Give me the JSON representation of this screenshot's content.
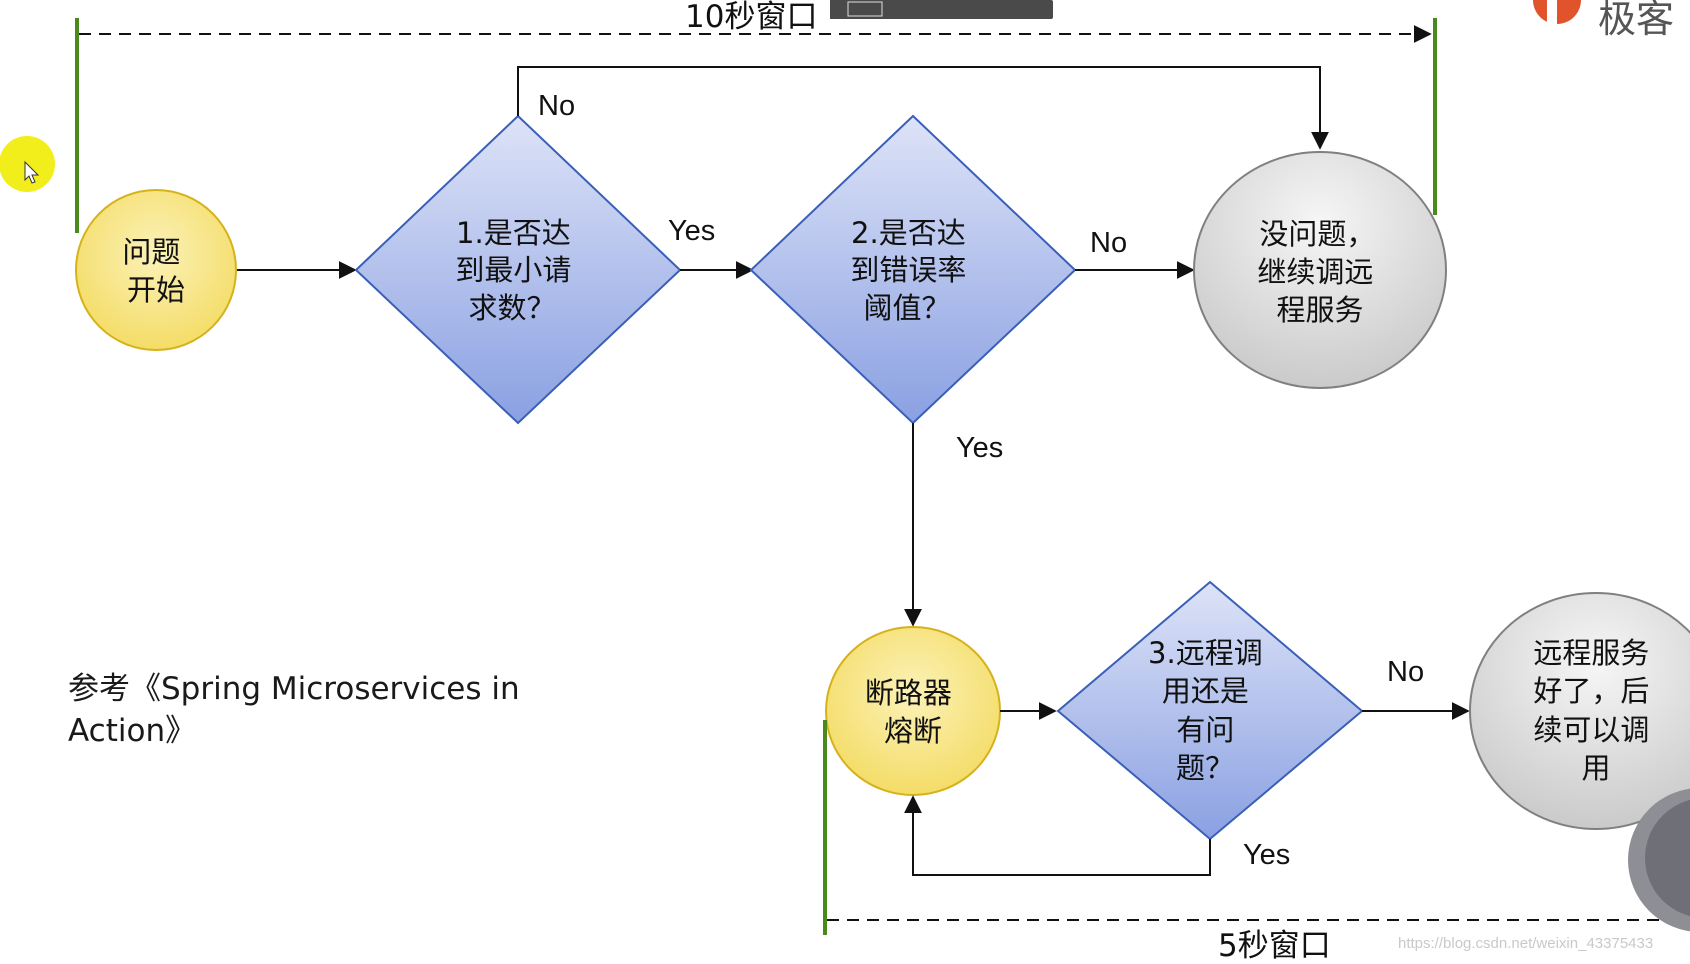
{
  "windows": {
    "long_window_label": "10秒窗口",
    "short_window_label": "5秒窗口"
  },
  "nodes": {
    "start": [
      "问题",
      "开始"
    ],
    "check_min_requests": [
      "1.是否达",
      "到最小请",
      "求数？"
    ],
    "check_error_rate": [
      "2.是否达",
      "到错误率",
      "阈值？"
    ],
    "ok_continue": [
      "没问题，",
      "继续调远",
      "程服务"
    ],
    "breaker_open": [
      "断路器",
      "熔断"
    ],
    "check_still_failing": [
      "3.远程调",
      "用还是",
      "有问",
      "题？"
    ],
    "recovered": [
      "远程服务",
      "好了，后",
      "续可以调",
      "用"
    ]
  },
  "edges": {
    "no_top": "No",
    "yes_1_to_2": "Yes",
    "no_2_to_ok": "No",
    "yes_2_to_breaker": "Yes",
    "no_3_to_recovered": "No",
    "yes_3_loop": "Yes"
  },
  "reference_text": "参考《Spring Microservices in Action》",
  "logo_text": "极客",
  "watermark": "https://blog.csdn.net/weixin_43375433",
  "colors": {
    "yellow_fill": "#f7e58f",
    "yellow_stroke": "#d6b21a",
    "diamond_fill_top": "#d7def5",
    "diamond_fill_bottom": "#8fa3e3",
    "diamond_stroke": "#3a5fb8",
    "grey_fill": "#e2e2e2",
    "grey_stroke": "#808080",
    "window_bar": "#4a8a1c",
    "line": "#111111",
    "cursor_highlight": "#f2ee1c"
  }
}
